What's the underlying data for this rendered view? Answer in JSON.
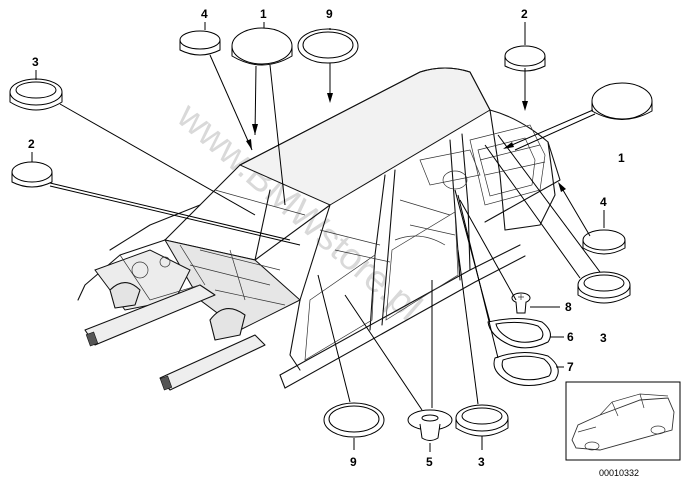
{
  "diagram": {
    "callouts": [
      {
        "id": "c-4-top",
        "label": "4"
      },
      {
        "id": "c-1-top",
        "label": "1"
      },
      {
        "id": "c-9-top",
        "label": "9"
      },
      {
        "id": "c-2-topright",
        "label": "2"
      },
      {
        "id": "c-3-left",
        "label": "3"
      },
      {
        "id": "c-2-left",
        "label": "2"
      },
      {
        "id": "c-1-right",
        "label": "1"
      },
      {
        "id": "c-4-right",
        "label": "4"
      },
      {
        "id": "c-8-right",
        "label": "8"
      },
      {
        "id": "c-6-right",
        "label": "6"
      },
      {
        "id": "c-3-right",
        "label": "3"
      },
      {
        "id": "c-7-right",
        "label": "7"
      },
      {
        "id": "c-9-bottom",
        "label": "9"
      },
      {
        "id": "c-5-bottom",
        "label": "5"
      },
      {
        "id": "c-3-bottom",
        "label": "3"
      }
    ],
    "watermark": "www.BMWstore.pl",
    "document_number": "00010332"
  }
}
